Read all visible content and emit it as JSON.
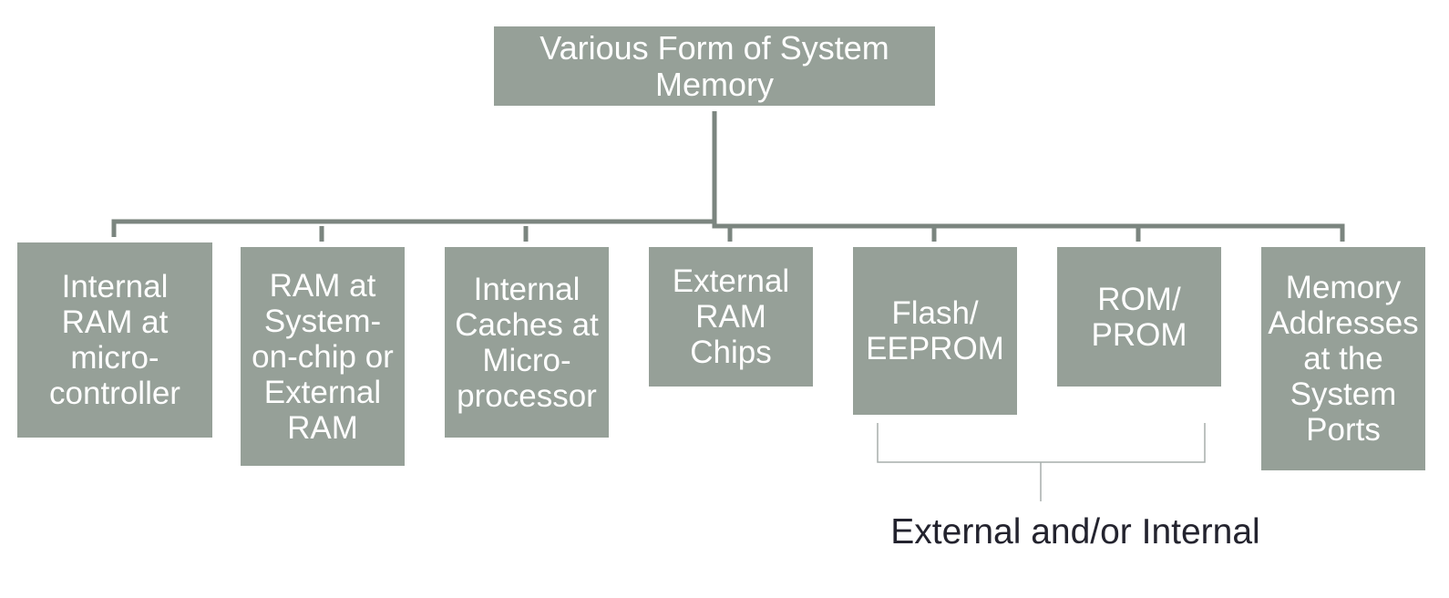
{
  "diagram": {
    "root": {
      "label": "Various Form of System\nMemory"
    },
    "children": [
      {
        "label": "Internal\nRAM at\nmicro-\ncontroller"
      },
      {
        "label": "RAM at\nSystem-\non-chip or\nExternal\nRAM"
      },
      {
        "label": "Internal\nCaches at\nMicro-\nprocessor"
      },
      {
        "label": "External\nRAM\nChips"
      },
      {
        "label": "Flash/\nEEPROM"
      },
      {
        "label": "ROM/\nPROM"
      },
      {
        "label": "Memory\nAddresses\nat the\nSystem\nPorts"
      }
    ],
    "group_label": "External and/or Internal"
  },
  "colors": {
    "box_fill": "#96a098",
    "box_text": "#ffffff",
    "connector": "#7b857f",
    "bracket": "#a7aeac",
    "label_text": "#23232e"
  }
}
